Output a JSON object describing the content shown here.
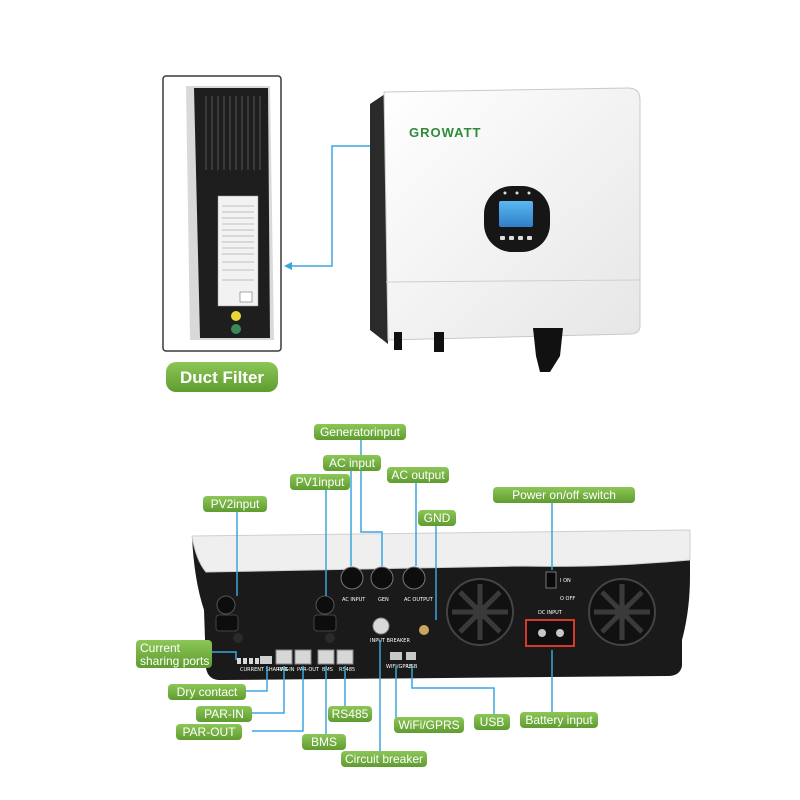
{
  "top": {
    "brand": "GROWATT",
    "duct_filter_label": "Duct Filter"
  },
  "bottom": {
    "panel_text": {
      "ac_input": "AC INPUT",
      "gen": "GEN",
      "ac_output": "AC OUTPUT",
      "dc_input": "DC INPUT",
      "on": "I ON",
      "off": "O OFF",
      "input_breaker": "INPUT BREAKER",
      "par_in": "PAR-IN",
      "par_out": "PAR-OUT",
      "bms": "BMS",
      "rs485": "RS485",
      "current_sharing": "CURRENT SHARING",
      "wifi": "WIFI/GPRS",
      "usb": "USB"
    },
    "labels": {
      "generator_input": "Generatorinput",
      "ac_input": "AC input",
      "pv1_input": "PV1input",
      "ac_output": "AC output",
      "pv2_input": "PV2input",
      "gnd": "GND",
      "power_switch": "Power on/off switch",
      "current_sharing": "Current\nsharing ports",
      "dry_contact": "Dry contact",
      "par_in": "PAR-IN",
      "par_out": "PAR-OUT",
      "rs485": "RS485",
      "bms": "BMS",
      "wifi_gprs": "WiFi/GPRS",
      "usb": "USB",
      "battery_input": "Battery input",
      "circuit_breaker": "Circuit breaker"
    }
  },
  "colors": {
    "label_green": "#7ab648",
    "line_blue": "#3aa6dd",
    "body_white": "#f4f4f4",
    "panel_black": "#1c1c1c"
  }
}
